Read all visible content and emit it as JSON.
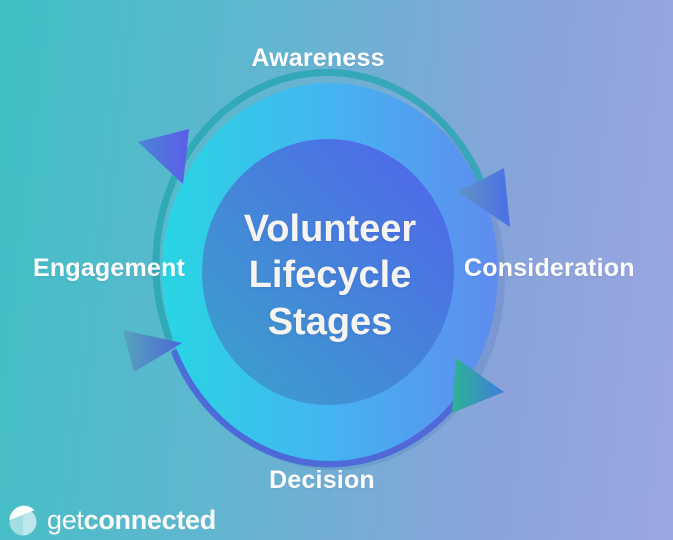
{
  "background": {
    "left_color": "#3fc0c4",
    "right_color": "#9ba6e2"
  },
  "diagram": {
    "title": "Volunteer\nLifecycle\nStages",
    "stages": [
      {
        "label": "Awareness",
        "position": "top"
      },
      {
        "label": "Consideration",
        "position": "right"
      },
      {
        "label": "Decision",
        "position": "bottom"
      },
      {
        "label": "Engagement",
        "position": "left"
      }
    ],
    "colors": {
      "ring_left": "#28d6e3",
      "ring_mid": "#45b4f1",
      "ring_right": "#5e8cf0",
      "inner_start": "#3aa4c9",
      "inner_end": "#5163ec",
      "arc_teal": "#2aa7b4",
      "arc_indigo": "#4a5fd9",
      "arrow_tl_start": "#4b85d6",
      "arrow_tl_end": "#5c5ce9",
      "arrow_tr_start": "#6292c4",
      "arrow_tr_end": "#4a6fe6",
      "arrow_br_start": "#2eb394",
      "arrow_br_end": "#3f7ddc",
      "arrow_bl_start": "#57a4bd",
      "arrow_bl_end": "#4a68d4"
    }
  },
  "logo": {
    "prefix": "get",
    "suffix": "connected",
    "icon": "getconnected-sphere-icon"
  }
}
